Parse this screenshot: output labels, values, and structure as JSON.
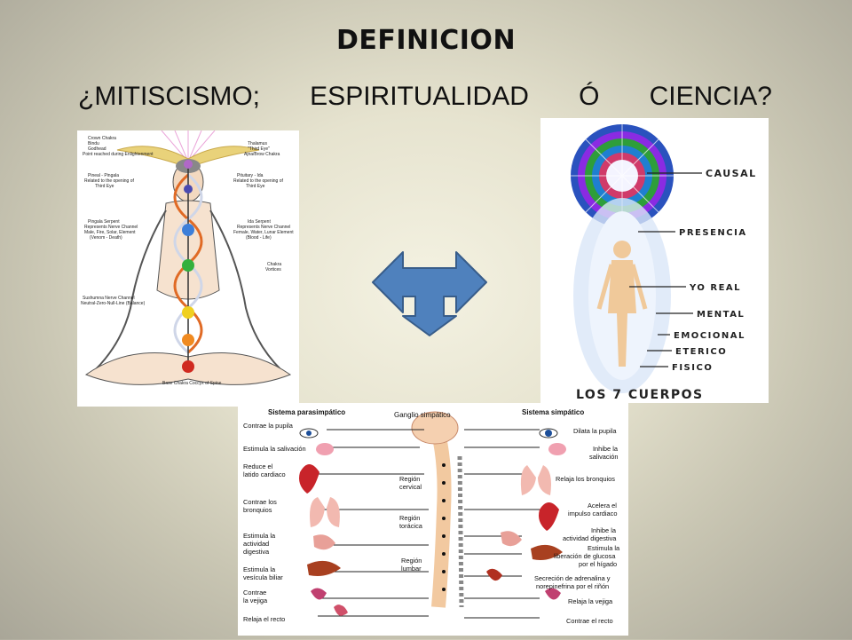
{
  "slide": {
    "title": "DEFINICION",
    "subtitle_words": [
      "¿MITISCISMO;",
      "ESPIRITUALIDAD",
      "Ó",
      "CIENCIA?"
    ]
  },
  "chakra_image": {
    "labels": {
      "crown": "Crown Chakra",
      "crown2": "Bindu",
      "crown3": "Godhead",
      "crown4": "Point reached during Enlightenment",
      "thalamus": "Thalamus",
      "thalamus2": "\"Third Eye\"",
      "thalamus3": "Ajna/Brow Chakra",
      "pineal": "Pineal - Pingala",
      "pineal2": "Related to the opening of",
      "pineal3": "Third Eye",
      "pituitary": "Pituitary - Ida",
      "pituitary2": "Related to the opening of",
      "pituitary3": "Third Eye",
      "pingala": "Pingala Serpent",
      "pingala2": "Represents Nerve Channel",
      "pingala3": "Male, Fire, Solar, Element",
      "pingala4": "(Venom - Death)",
      "ida": "Ida Serpent",
      "ida2": "Represents Nerve Channel",
      "ida3": "Female, Water, Lunar Element",
      "ida4": "(Blood - Life)",
      "chakra_v": "Chakra",
      "chakra_v2": "Vortices",
      "sushumna": "Sushumna Nerve Channel",
      "sushumna2": "Neutral-Zero-Null-Line (Balance)",
      "base": "Base Chakra Coccyx of Spine"
    }
  },
  "bodies_image": {
    "labels": [
      "CAUSAL",
      "PRESENCIA",
      "YO REAL",
      "MENTAL",
      "EMOCIONAL",
      "ETERICO",
      "FISICO"
    ],
    "caption": "LOS 7 CUERPOS"
  },
  "nervous_image": {
    "left_header": "Sistema parasimpático",
    "center_header": "Ganglio simpático",
    "right_header": "Sistema simpático",
    "left_items": [
      "Contrae la pupila",
      "Estimula la salivación",
      "Reduce el",
      "latido cardiaco",
      "Contrae los",
      "bronquios",
      "Estimula la",
      "actividad",
      "digestiva",
      "Estimula la",
      "vesícula biliar",
      "Contrae",
      "la vejiga",
      "Relaja el recto"
    ],
    "regions": [
      "Región",
      "cervical",
      "Región",
      "torácica",
      "Región",
      "lumbar"
    ],
    "right_items": [
      "Dilata la pupila",
      "Inhibe la",
      "salivación",
      "Relaja los bronquios",
      "Acelera el",
      "impulso cardiaco",
      "Inhibe la",
      "actividad digestiva",
      "Estimula la",
      "liberación de glucosa",
      "por el hígado",
      "Secreción de adrenalina y",
      "norepinefrina por el riñón",
      "Relaja la vejiga",
      "Contrae el recto"
    ]
  },
  "colors": {
    "arrow_fill": "#4f81bd",
    "arrow_stroke": "#385d8a"
  }
}
